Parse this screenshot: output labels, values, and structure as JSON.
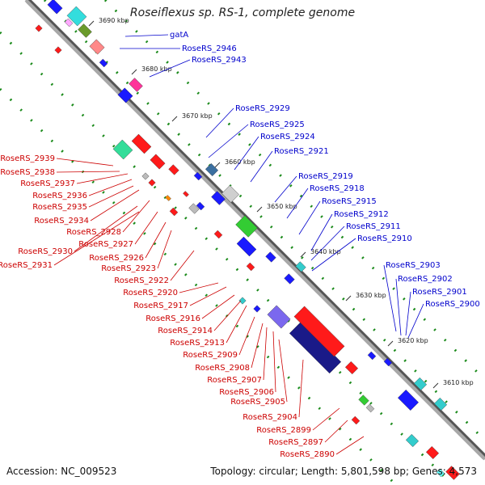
{
  "title": "Roseiflexus sp. RS-1, complete genome",
  "accession": "Accession: NC_009523",
  "topology": "Topology: circular; Length: 5,801,598 bp; Genes: 4,573",
  "colors": {
    "backbone": "#8a8a8a",
    "forward_label": "#0000cc",
    "reverse_label": "#cc0000",
    "dots": "#1a8a1a"
  },
  "ticks": [
    {
      "label": "3690 kbp"
    },
    {
      "label": "3680 kbp"
    },
    {
      "label": "3670 kbp"
    },
    {
      "label": "3660 kbp"
    },
    {
      "label": "3650 kbp"
    },
    {
      "label": "3640 kbp"
    },
    {
      "label": "3630 kbp"
    },
    {
      "label": "3620 kbp"
    },
    {
      "label": "3610 kbp"
    }
  ],
  "forward_genes": [
    {
      "label": "gatA"
    },
    {
      "label": "RoseRS_2946"
    },
    {
      "label": "RoseRS_2943"
    },
    {
      "label": "RoseRS_2929"
    },
    {
      "label": "RoseRS_2925"
    },
    {
      "label": "RoseRS_2924"
    },
    {
      "label": "RoseRS_2921"
    },
    {
      "label": "RoseRS_2919"
    },
    {
      "label": "RoseRS_2918"
    },
    {
      "label": "RoseRS_2915"
    },
    {
      "label": "RoseRS_2912"
    },
    {
      "label": "RoseRS_2911"
    },
    {
      "label": "RoseRS_2910"
    },
    {
      "label": "RoseRS_2903"
    },
    {
      "label": "RoseRS_2902"
    },
    {
      "label": "RoseRS_2901"
    },
    {
      "label": "RoseRS_2900"
    }
  ],
  "reverse_genes": [
    {
      "label": "RoseRS_2939"
    },
    {
      "label": "RoseRS_2938"
    },
    {
      "label": "RoseRS_2937"
    },
    {
      "label": "RoseRS_2936"
    },
    {
      "label": "RoseRS_2935"
    },
    {
      "label": "RoseRS_2934"
    },
    {
      "label": "RoseRS_2928"
    },
    {
      "label": "RoseRS_2927"
    },
    {
      "label": "RoseRS_2930"
    },
    {
      "label": "RoseRS_2926"
    },
    {
      "label": "RoseRS_2931"
    },
    {
      "label": "RoseRS_2923"
    },
    {
      "label": "RoseRS_2922"
    },
    {
      "label": "RoseRS_2920"
    },
    {
      "label": "RoseRS_2917"
    },
    {
      "label": "RoseRS_2916"
    },
    {
      "label": "RoseRS_2914"
    },
    {
      "label": "RoseRS_2913"
    },
    {
      "label": "RoseRS_2909"
    },
    {
      "label": "RoseRS_2908"
    },
    {
      "label": "RoseRS_2907"
    },
    {
      "label": "RoseRS_2906"
    },
    {
      "label": "RoseRS_2905"
    },
    {
      "label": "RoseRS_2904"
    },
    {
      "label": "RoseRS_2899"
    },
    {
      "label": "RoseRS_2897"
    },
    {
      "label": "RoseRS_2890"
    }
  ]
}
